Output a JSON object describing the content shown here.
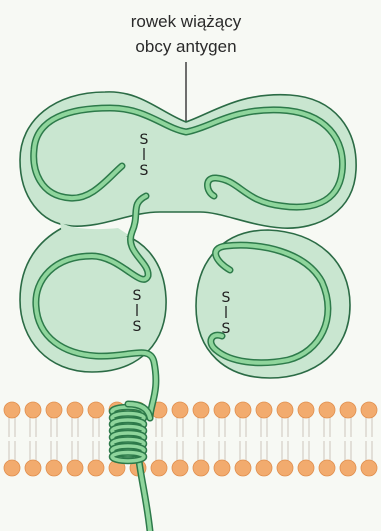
{
  "label": {
    "line1": "rowek wiążący",
    "line2": "obcy antygen"
  },
  "disulfide_bridges": [
    {
      "name": "ss-bridge-top",
      "top": "S",
      "bottom": "S"
    },
    {
      "name": "ss-bridge-lower-left",
      "top": "S",
      "bottom": "S"
    },
    {
      "name": "ss-bridge-lower-right",
      "top": "S",
      "bottom": "S"
    }
  ],
  "colors": {
    "domain_fill": "#c9e6d0",
    "domain_stroke": "#2b6b45",
    "chain": "#8fd59c",
    "chain_edge": "#2d7a4a",
    "membrane_head": "#f2ab6e",
    "membrane_head_dark": "#e08f4e",
    "membrane_tail": "#d9d4cc",
    "background": "#f7f9f4"
  }
}
